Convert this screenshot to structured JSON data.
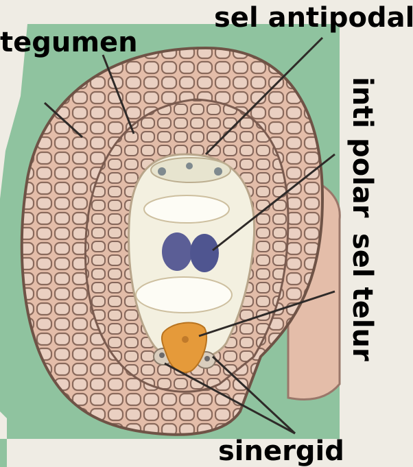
{
  "labels": {
    "tegumen": "tegumen",
    "sel_antipodal": "sel antipodal",
    "inti_polar": "inti polar",
    "sel_telur": "sel telur",
    "sinergid": "sinergid"
  },
  "colors": {
    "page_background": "#efece4",
    "tissue_background": "#8fc39f",
    "ovule_fill": "#e4bda9",
    "cell_outline": "#8a6a5c",
    "polar_nuclei": "#5b5e96",
    "egg_cell": "#e59a3a",
    "embryo_sac_fill": "#f3f0e0",
    "leader_line": "#2e2a28"
  }
}
